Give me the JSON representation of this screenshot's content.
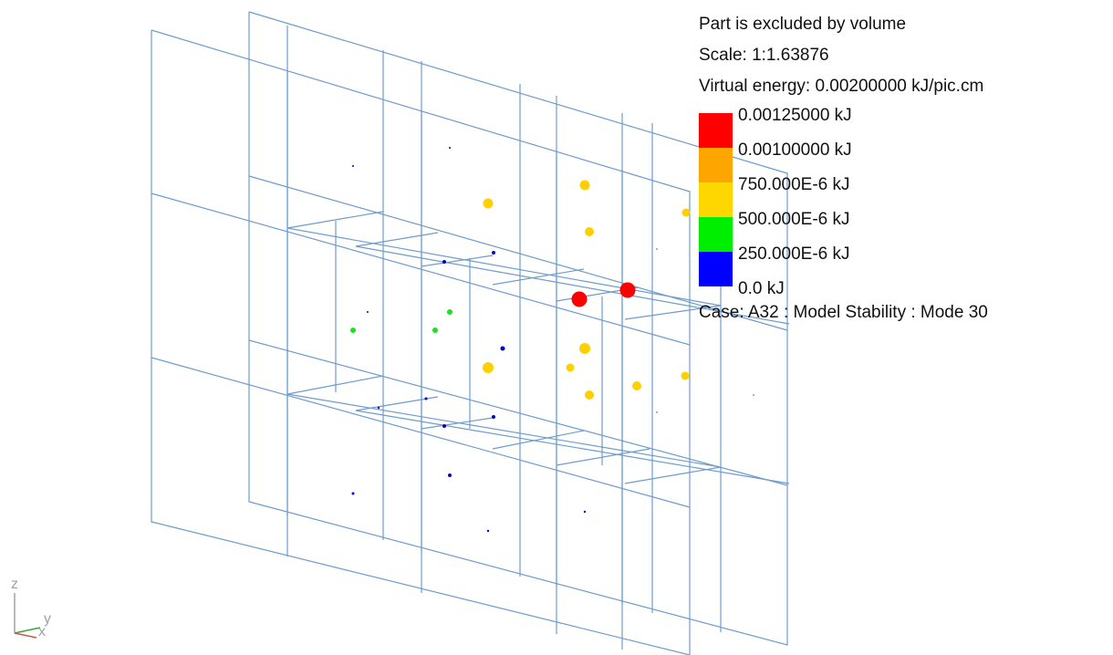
{
  "info": {
    "exclusion": "Part is excluded by volume",
    "scale": "Scale: 1:1.63876",
    "virtual_energy": "Virtual energy: 0.00200000 kJ/pic.cm",
    "case": "Case: A32 : Model Stability : Mode 30"
  },
  "legend": [
    {
      "label": "0.00125000 kJ",
      "color": "#ff0000"
    },
    {
      "label": "0.00100000 kJ",
      "color": "#ffa500"
    },
    {
      "label": "750.000E-6 kJ",
      "color": "#ffd700"
    },
    {
      "label": "500.000E-6 kJ",
      "color": "#00ee00"
    },
    {
      "label": "250.000E-6 kJ",
      "color": "#0000ff"
    },
    {
      "label": "0.0 kJ",
      "color": null
    }
  ],
  "axes": {
    "z": "z",
    "y": "y",
    "x": "x"
  },
  "colors": {
    "wireframe": "#6e9ccb",
    "red": "#ff0000",
    "yellow": "#ffd000",
    "green": "#1fe01f",
    "blue": "#0000cc"
  }
}
